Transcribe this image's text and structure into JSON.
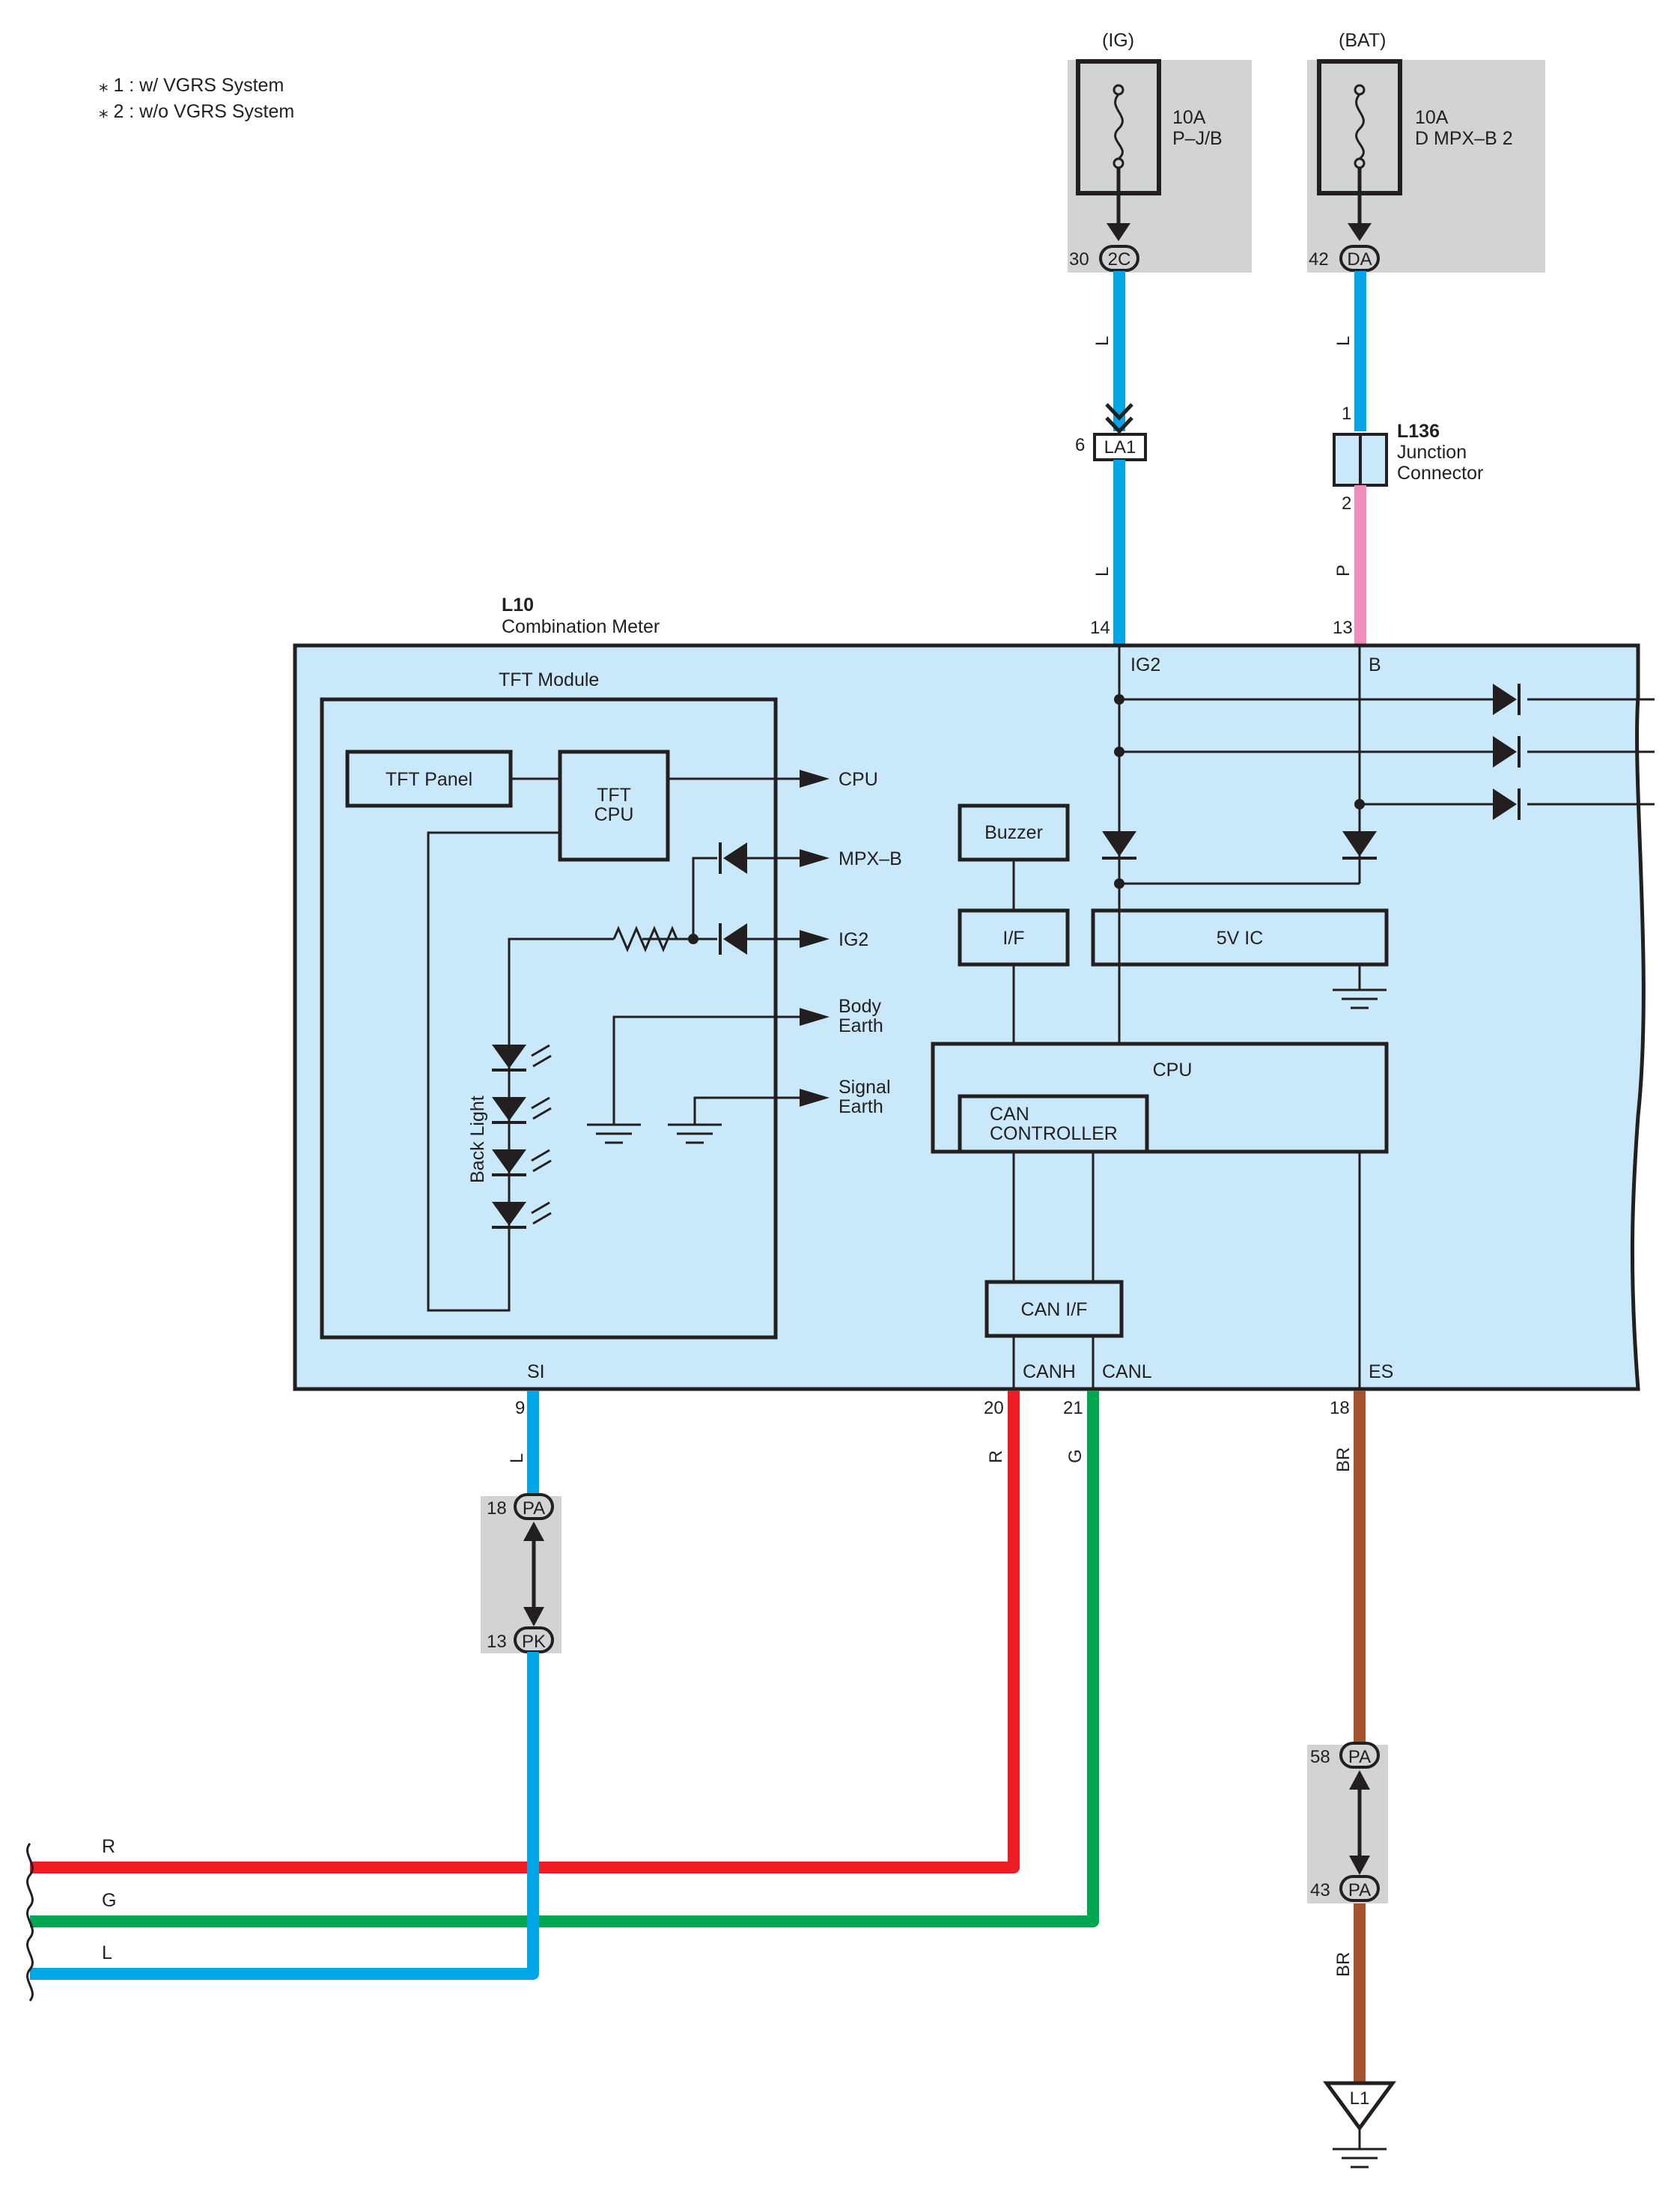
{
  "notes": [
    "⁎ 1 : w/ VGRS System",
    "⁎ 2 : w/o VGRS System"
  ],
  "colors": {
    "L": "#00a6e8",
    "P": "#f18cbd",
    "R": "#ee1c25",
    "G": "#00a652",
    "BR": "#a5532f",
    "box": "#d1d3d4",
    "meter": "#c9e8f9",
    "ink": "#231f20"
  },
  "fuse_ig": {
    "source": "(IG)",
    "rating": "10A",
    "name": "P–J/B",
    "pin": "30",
    "connector": "2C"
  },
  "fuse_bat": {
    "source": "(BAT)",
    "rating": "10A",
    "name": "D MPX–B 2",
    "pin": "42",
    "connector": "DA"
  },
  "wire_codes": {
    "l": "L",
    "p": "P",
    "r": "R",
    "g": "G",
    "br": "BR"
  },
  "conn_la1": {
    "pin": "6",
    "name": "LA1"
  },
  "junction": {
    "id": "L136",
    "name_line1": "Junction",
    "name_line2": "Connector",
    "pin_in": "1",
    "pin_out": "2"
  },
  "meter": {
    "id": "L10",
    "name": "Combination Meter",
    "pins": {
      "ig2": "14",
      "b": "13",
      "si": "9",
      "canh": "20",
      "canl": "21",
      "es": "18"
    },
    "terminals": {
      "ig2": "IG2",
      "b": "B",
      "si": "SI",
      "canh": "CANH",
      "canl": "CANL",
      "es": "ES"
    }
  },
  "tft": {
    "title": "TFT Module",
    "panel": "TFT Panel",
    "cpu_line1": "TFT",
    "cpu_line2": "CPU",
    "back_light": "Back Light",
    "outputs": {
      "cpu": "CPU",
      "mpxb": "MPX–B",
      "ig2": "IG2",
      "body1": "Body",
      "body2": "Earth",
      "signal1": "Signal",
      "signal2": "Earth"
    }
  },
  "blocks": {
    "buzzer": "Buzzer",
    "if": "I/F",
    "ic5v": "5V IC",
    "cpu": "CPU",
    "can1": "CAN",
    "can2": "CONTROLLER",
    "canif": "CAN I/F"
  },
  "conn_pa_pk": {
    "pin_top": "18",
    "conn_top": "PA",
    "pin_bottom": "13",
    "conn_bottom": "PK"
  },
  "conn_pa_pa": {
    "pin_top": "58",
    "conn_top": "PA",
    "pin_bottom": "43",
    "conn_bottom": "PA"
  },
  "bus": {
    "r": "R",
    "g": "G",
    "l": "L"
  },
  "ground": {
    "name": "L1"
  }
}
